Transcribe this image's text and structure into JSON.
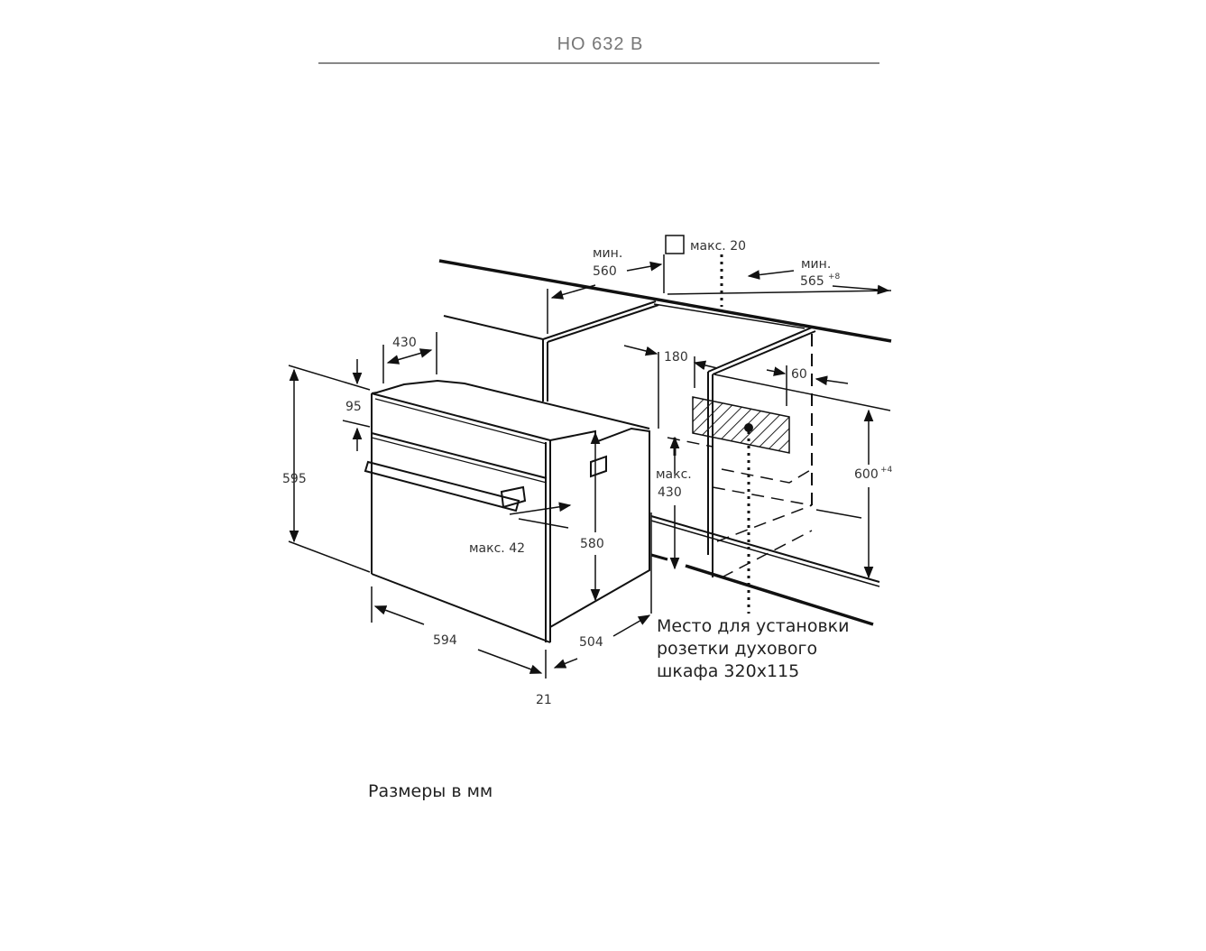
{
  "header": {
    "title": "HO 632 B"
  },
  "diagram": {
    "labels": {
      "min_560_a": "мин.",
      "min_560_b": "560",
      "max_20": "макс. 20",
      "min_565_a": "мин.",
      "min_565_b": "565",
      "min_565_tol": "+8",
      "d430": "430",
      "d180": "180",
      "d60": "60",
      "d95": "95",
      "d595": "595",
      "d600": "600",
      "d600_tol": "+4",
      "max430_a": "макс.",
      "max430_b": "430",
      "d580": "580",
      "max42": "макс. 42",
      "d594": "594",
      "d504": "504",
      "d21": "21"
    },
    "socket_note": [
      "Место для установки",
      "розетки духового",
      "шкафа 320x115"
    ]
  },
  "footer": {
    "units_note": "Размеры в мм"
  }
}
